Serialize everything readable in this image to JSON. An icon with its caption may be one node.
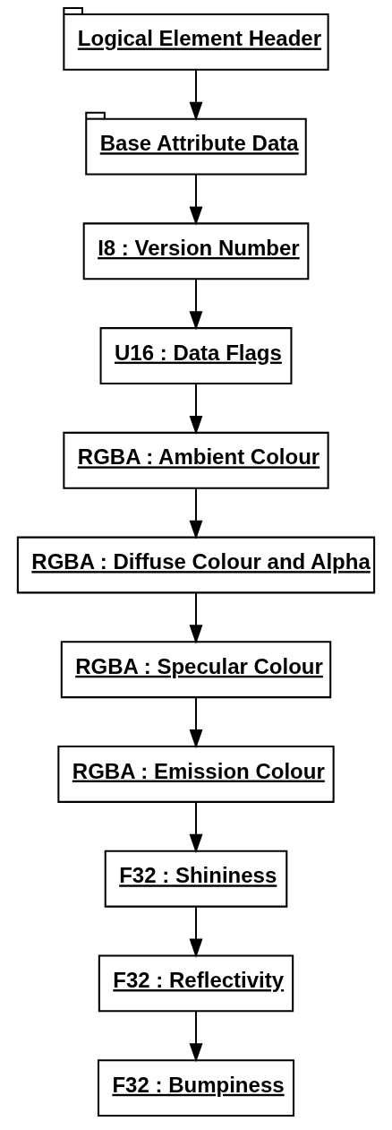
{
  "diagram": {
    "nodes": [
      {
        "text": [
          "Logical Element Header"
        ]
      },
      {
        "text": [
          "Base Attribute Data"
        ]
      },
      {
        "text": [
          "I8 : Version Number"
        ]
      },
      {
        "text": [
          "U16 : Data Flags"
        ]
      },
      {
        "text": [
          "RGBA : Ambient Colour"
        ]
      },
      {
        "text": [
          "RGBA : Diffuse Colour and Alpha"
        ]
      },
      {
        "text": [
          "RGBA : Specular Colour"
        ]
      },
      {
        "text": [
          "RGBA : Emission Colour"
        ]
      },
      {
        "text": [
          "F32 : Shininess"
        ]
      },
      {
        "text": [
          "F32 : Reflectivity"
        ]
      },
      {
        "text": [
          "F32 : Bumpiness"
        ]
      }
    ],
    "edges": [
      {
        "from": 0,
        "to": 1,
        "arrow": "to"
      },
      {
        "from": 1,
        "to": 2,
        "arrow": "to"
      },
      {
        "from": 2,
        "to": 3,
        "arrow": "to"
      },
      {
        "from": 3,
        "to": 4,
        "arrow": "to"
      },
      {
        "from": 4,
        "to": 5,
        "arrow": "to"
      },
      {
        "from": 5,
        "to": 6,
        "arrow": "to"
      },
      {
        "from": 6,
        "to": 7,
        "arrow": "to"
      },
      {
        "from": 7,
        "to": 8,
        "arrow": "to"
      },
      {
        "from": 8,
        "to": 9,
        "arrow": "to"
      },
      {
        "from": 9,
        "to": 10,
        "arrow": "to"
      }
    ]
  }
}
